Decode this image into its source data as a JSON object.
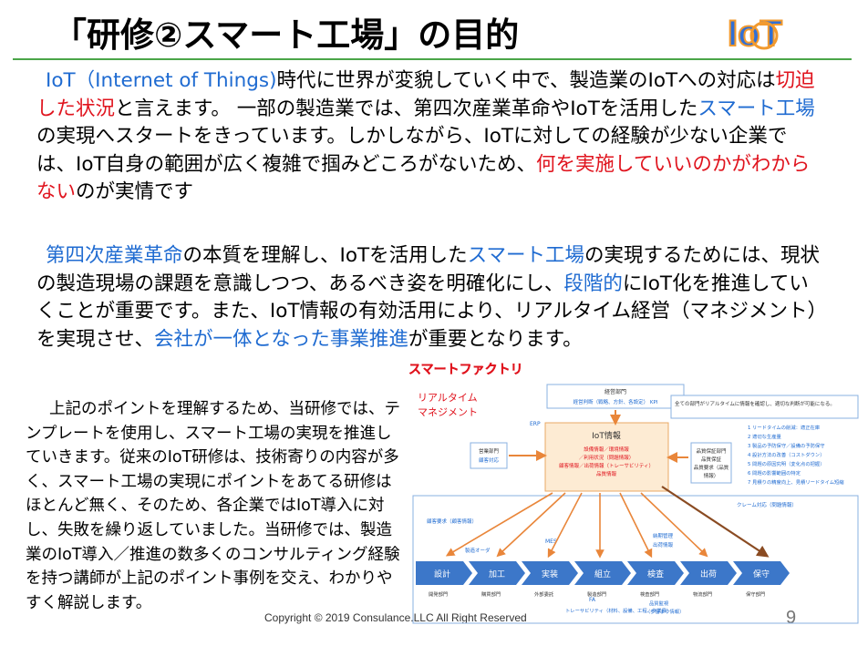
{
  "title": "「研修②スマート工場」の目的",
  "logo": {
    "text": "IoT",
    "color_blue": "#2f6fd6",
    "color_orange": "#f29a2e",
    "icon": "iot-logo"
  },
  "colors": {
    "accent_green": "#4aa548",
    "blue": "#1f6bd1",
    "red": "#e0141e",
    "arrow_blue": "#3c77c9",
    "arrow_orange": "#e9863a",
    "arrow_brown": "#8a4b22"
  },
  "paragraph1": {
    "t1": "IoT（Internet of Things)",
    "t2": "時代に世界が変貌していく中で、製造業のIoTへの対応は",
    "t3": "切迫した状況",
    "t4": "と言えます。 一部の製造業では、第四次産業革命やIoTを活用した",
    "t5": "スマート工場",
    "t6": "の実現へスタートをきっています。しかしながら、IoTに対しての経験が少ない企業では、IoT自身の範囲が広く複雑で掴みどころがないため、",
    "t7": "何を実施していいのかがわからない",
    "t8": "のが実情です"
  },
  "paragraph2": {
    "t1": "第四次産業革命",
    "t2": "の本質を理解し、IoTを活用した",
    "t3": "スマート工場",
    "t4": "の実現するためには、現状の製造現場の課題を意識しつつ、あるべき姿を明確化にし、",
    "t5": "段階的",
    "t6": "にIoT化を推進していくことが重要です。また、IoT情報の有効活用により、リアルタイム経営（マネジメント）を実現させ、",
    "t7": "会社が一体となった事業推進",
    "t8": "が重要となります。"
  },
  "paragraph3": "上記のポイントを理解するため、当研修では、テンプレートを使用し、スマート工場の実現を推進していきます。従来のIoT研修は、技術寄りの内容が多く、スマート工場の実現にポイントをあてる研修はほとんど無く、そのため、各企業ではIoT導入に対し、失敗を繰り返していました。当研修では、製造業のIoT導入／推進の数多くのコンサルティング経験を持つ講師が上記のポイント事例を交え、わかりやすく解説します。",
  "copyright": "Copyright ©  2019  Consulance.LLC All Right Reserved",
  "page_number": "9",
  "diagram": {
    "title": "スマートファクトリ",
    "realtime_label_1": "リアルタイム",
    "realtime_label_2": "マネジメント",
    "mgmt_box": {
      "line1": "経営部門",
      "line2": "経営判断（戦略、方針、各設定） KPI"
    },
    "right_note": "全ての部門がリアルタイムに情報を確認し、適切な判断が可能になる。",
    "erp_label": "ERP",
    "center_box": {
      "title": "IoT情報",
      "line1": "設備情報／環境情報",
      "line2": "／利用状況（問題情報）",
      "line3": "顧客情報／出荷情報（トレーサビリティ）",
      "line4": "品質情報"
    },
    "sales_box": {
      "line1": "営業部門",
      "line2": "顧客対応"
    },
    "qa_box": {
      "line1": "品質保証部門",
      "line2": "品質保証",
      "line3": "品質要求（品質",
      "line4": "情報）"
    },
    "benefits": [
      "1 リードタイムの削減：適正在庫",
      "2 適切な生産量",
      "3 製品の予防保守／設備の予防保守",
      "4 設計方法の改善（コストダウン）",
      "5 問題の原因究明（変化点の把握）",
      "6 問題の影響範囲の特定",
      "7 見積りの精度向上、見積リードタイム短縮"
    ],
    "claim_label": "クレーム対応（問題情報）",
    "customer_req": "顧客要求（顧客情報）",
    "manufacturing_order": "製造オーダ",
    "mes_label": "MES",
    "delivery_mgmt": "納期管理",
    "shipping_info": "出荷情報",
    "process_steps": [
      "設計",
      "加工",
      "実装",
      "組立",
      "検査",
      "出荷",
      "保守"
    ],
    "departments": [
      "開発部門",
      "購買部門",
      "外部委託",
      "製造部門",
      "検査部門",
      "物流部門",
      "保守部門"
    ],
    "fa_label": "FA",
    "traceability": "トレーサビリティ（材料、設備、工程、作業員）",
    "quality_mon": "品質監視",
    "yield_info": "（歩留まり情報）"
  }
}
